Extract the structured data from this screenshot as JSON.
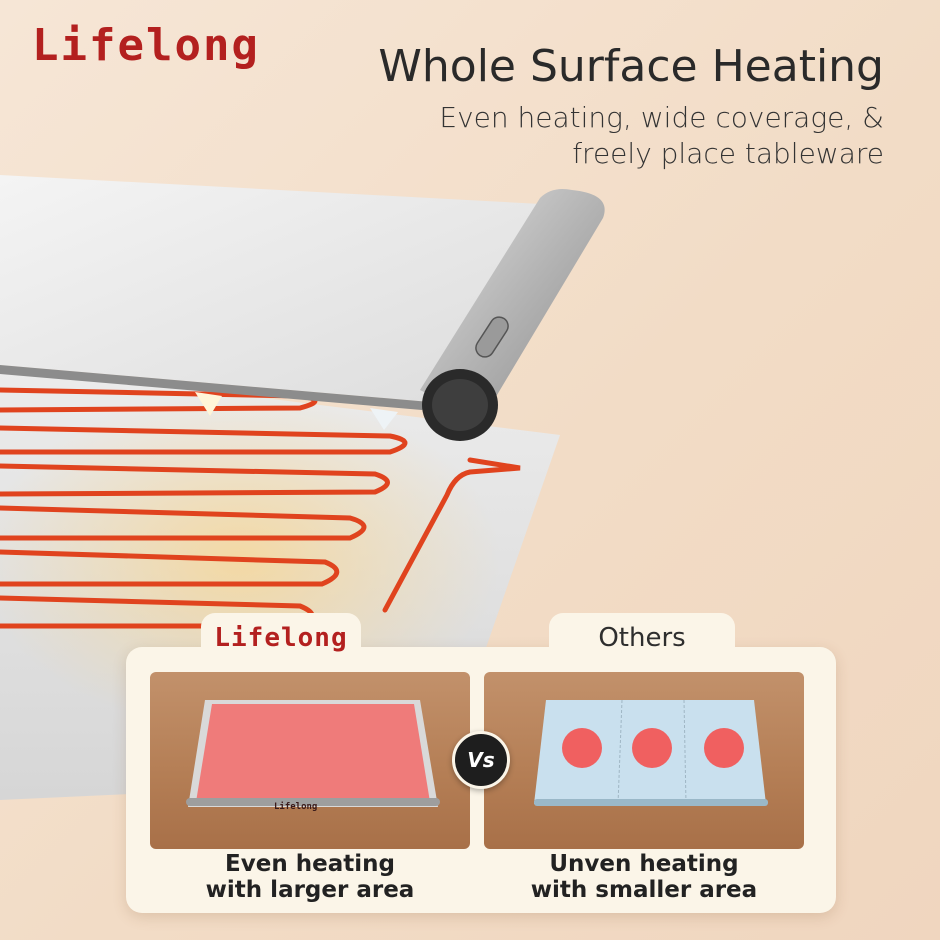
{
  "brand": {
    "logo_text": "Lifelong"
  },
  "headline": {
    "title": "Whole Surface Heating",
    "subtitle_line1": "Even heating, wide coverage, &",
    "subtitle_line2": "freely place tableware"
  },
  "comparison": {
    "left": {
      "tab_logo": "Lifelong",
      "mat_logo": "Lifelong",
      "caption_line1": "Even heating",
      "caption_line2": "with larger area"
    },
    "vs_label": "Vs",
    "right": {
      "tab_label": "Others",
      "caption_line1": "Unven heating",
      "caption_line2": "with smaller area"
    }
  },
  "colors": {
    "brand_red": "#b3201f",
    "heating_coil": "#e0431e",
    "heat_zone": "#f06060",
    "cold_mat": "#c9e0ee"
  },
  "icons": [
    "vs-badge-icon",
    "power-button-icon"
  ]
}
